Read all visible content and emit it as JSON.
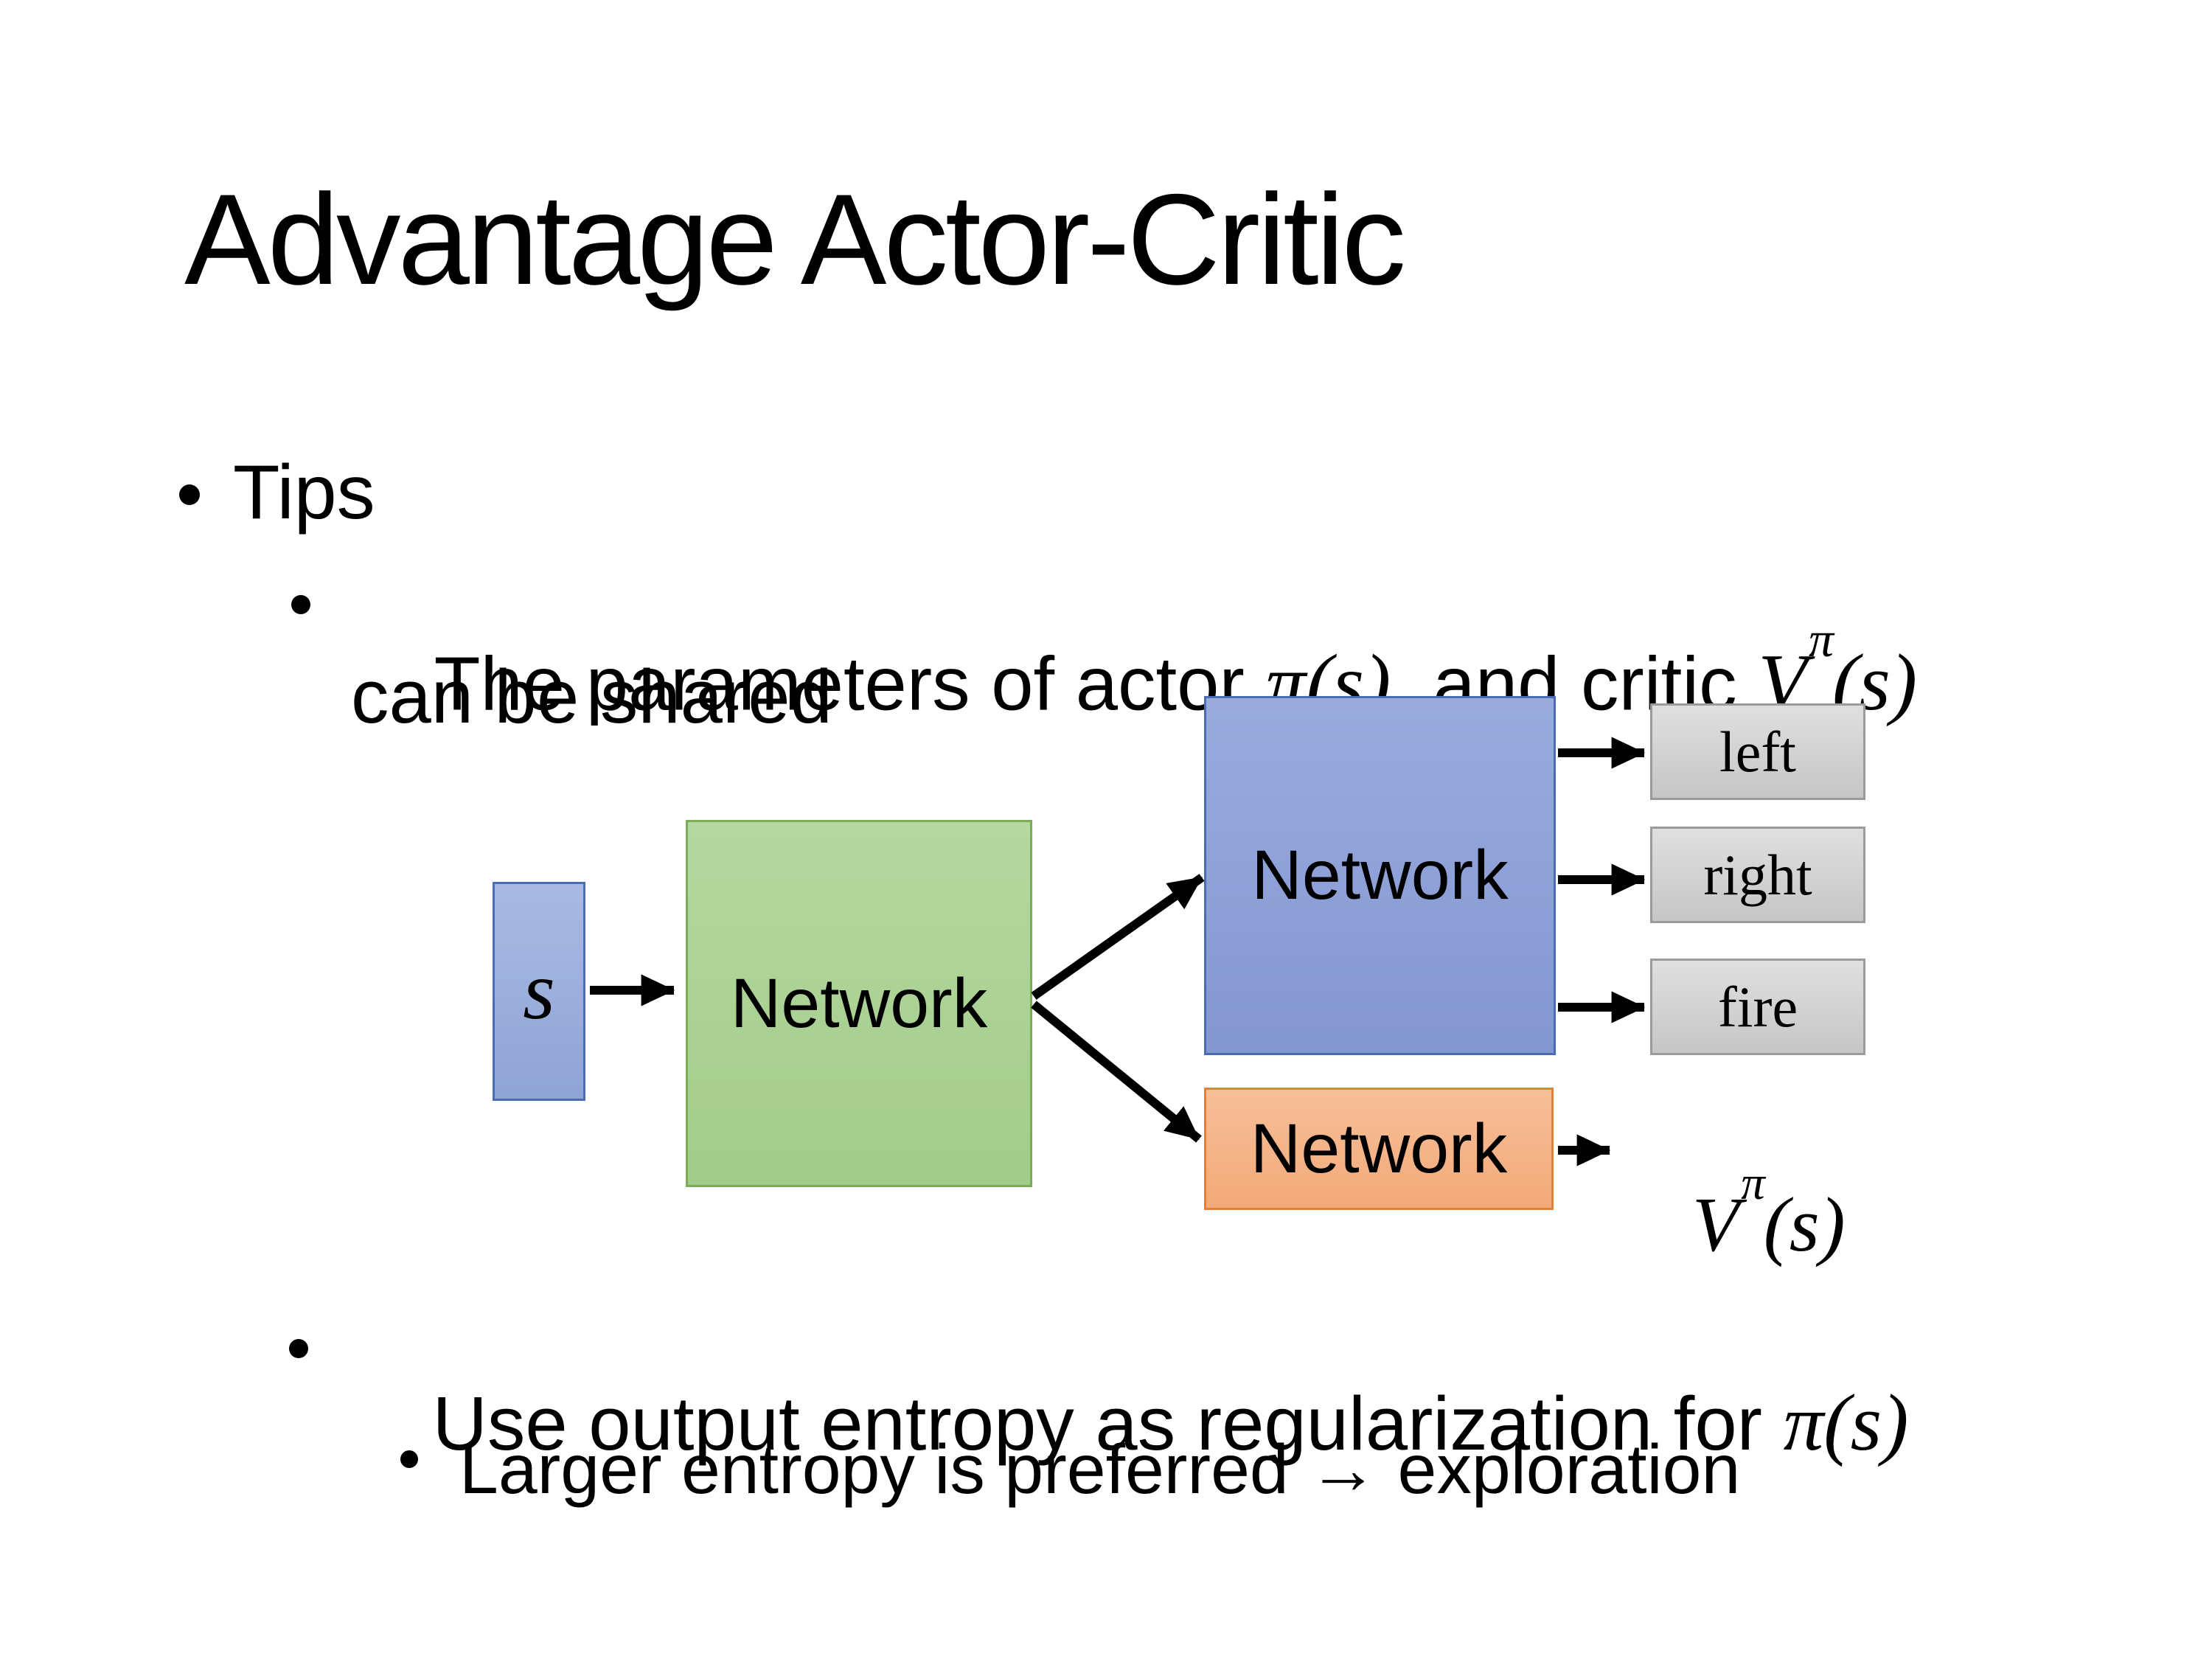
{
  "slide": {
    "title": "Advantage Actor-Critic",
    "bullets": {
      "tips": "Tips",
      "shared_pre": "The parameters of actor ",
      "shared_actor_math": {
        "base": "π",
        "args": "(s)"
      },
      "shared_mid": "  and critic ",
      "shared_critic_math": {
        "base": "V",
        "sup": "π",
        "args": "(s)"
      },
      "shared_line2": "can be shared",
      "entropy_pre": "Use output entropy as regularization for ",
      "entropy_math": {
        "base": "π",
        "args": "(s)"
      },
      "exploration": "Larger entropy is preferred → exploration"
    }
  },
  "diagram": {
    "state_label": "s",
    "shared_network_label": "Network",
    "actor_network_label": "Network",
    "critic_network_label": "Network",
    "action_labels": [
      "left",
      "right",
      "fire"
    ],
    "value_math": {
      "base": "V",
      "sup": "π",
      "args": "(s)"
    },
    "colors": {
      "state_fill": "#97abd9",
      "state_border": "#4a6cb3",
      "shared_fill": "#a9d18e",
      "shared_border": "#7dab5c",
      "actor_fill": "#8fa1d8",
      "actor_border": "#4a6cb3",
      "critic_fill": "#f4b183",
      "critic_border": "#e2803b",
      "action_fill": "#d2d2d2",
      "action_border": "#9b9b9b",
      "arrow": "#000000",
      "text": "#000000",
      "background": "#ffffff"
    }
  }
}
